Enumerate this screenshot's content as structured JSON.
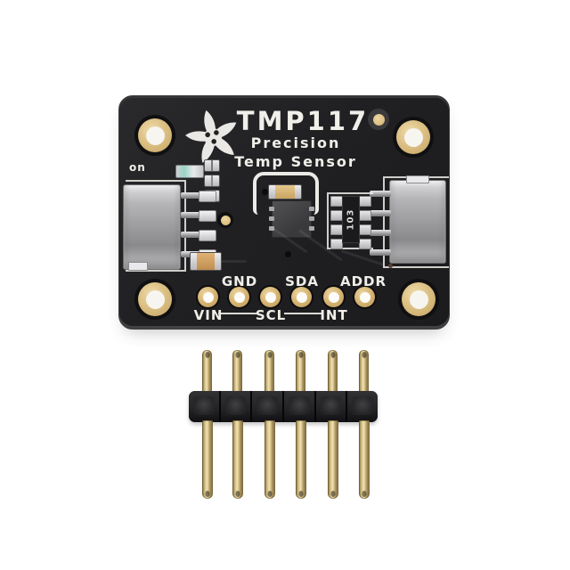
{
  "scene": {
    "type": "product-photo",
    "background_color": "#ffffff",
    "subject": "TMP117 precision temperature sensor breakout board with 6-pin male header strip"
  },
  "board": {
    "title": "TMP117",
    "subtitle_line_1": "Precision",
    "subtitle_line_2": "Temp Sensor",
    "power_led_label": "on",
    "resistor_array_marking": "103",
    "pin_labels_top_row": [
      "GND",
      "SDA",
      "ADDR"
    ],
    "pin_labels_bottom_row": [
      "VIN",
      "SCL",
      "INT"
    ],
    "mounting_hole_count": 4,
    "colors": {
      "pcb": "#202022",
      "silkscreen": "#f0efe9",
      "pad_gold": "#d3b06e",
      "connector_silver": "#b5b5b7",
      "led_teal": "#9ad4c4"
    }
  },
  "header_strip": {
    "pin_count": 6,
    "colors": {
      "pin_gold": "#d9c68c",
      "plastic": "#1b1b1d"
    }
  }
}
